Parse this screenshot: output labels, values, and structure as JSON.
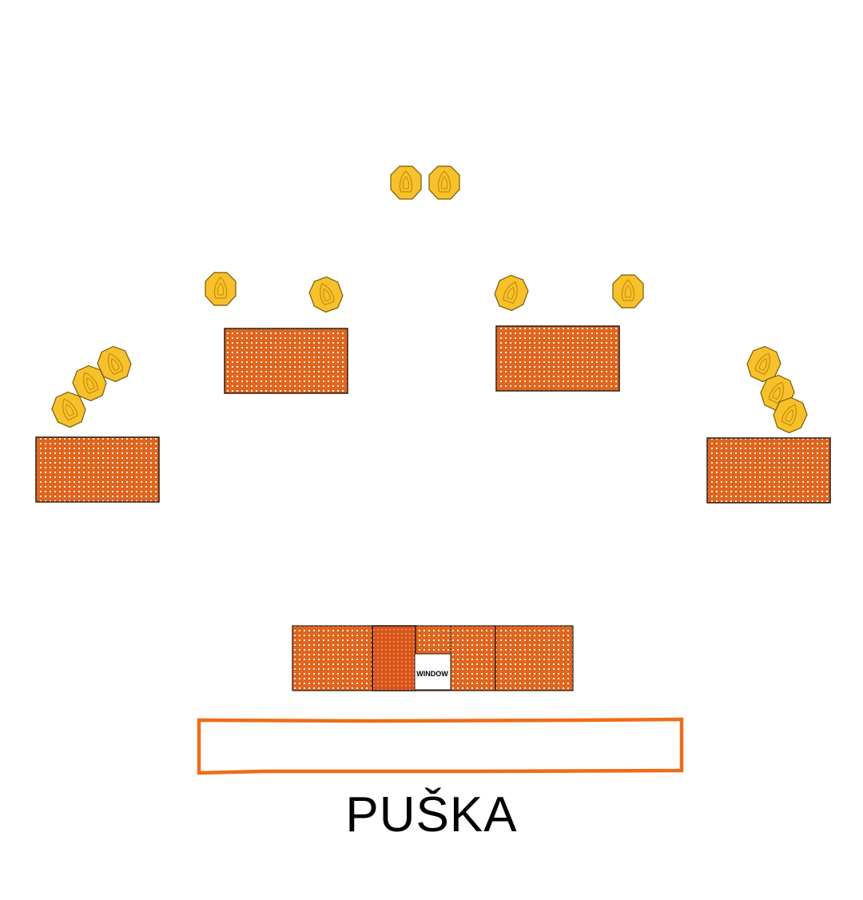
{
  "stage": {
    "title": "PUŠKA",
    "window_label": "WINDOW"
  },
  "colors": {
    "barricade_fill": "#e0661f",
    "barricade_dot": "#ffffff",
    "barricade_border": "#2a1a10",
    "target_fill": "#f6c12c",
    "target_outline": "#7a5a00",
    "shooting_box": "#ee6d1a"
  },
  "icons": {
    "target": "steel-popper-target-icon",
    "barricade": "dotted-barricade-wall"
  },
  "barricades": [
    "left",
    "center-left",
    "center-right",
    "right"
  ],
  "target_groups": [
    "top",
    "left-barricade",
    "center-left-barricade",
    "center-right-barricade",
    "right-barricade"
  ]
}
